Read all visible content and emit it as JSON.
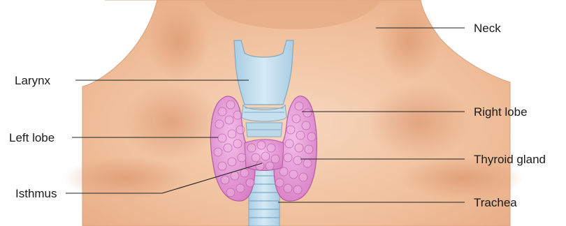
{
  "labels": {
    "neck": "Neck",
    "larynx": "Larynx",
    "right_lobe": "Right lobe",
    "left_lobe": "Left lobe",
    "thyroid_gland": "Thyroid gland",
    "isthmus": "Isthmus",
    "trachea": "Trachea"
  },
  "colors": {
    "skin": "#f2c7a6",
    "skin_shadow": "#d99a70",
    "cartilage": "#bcd9ea",
    "cartilage_edge": "#7fa9c4",
    "gland": "#e79ad6",
    "gland_edge": "#b75aa6",
    "gland_highlight": "#f6cdee"
  }
}
